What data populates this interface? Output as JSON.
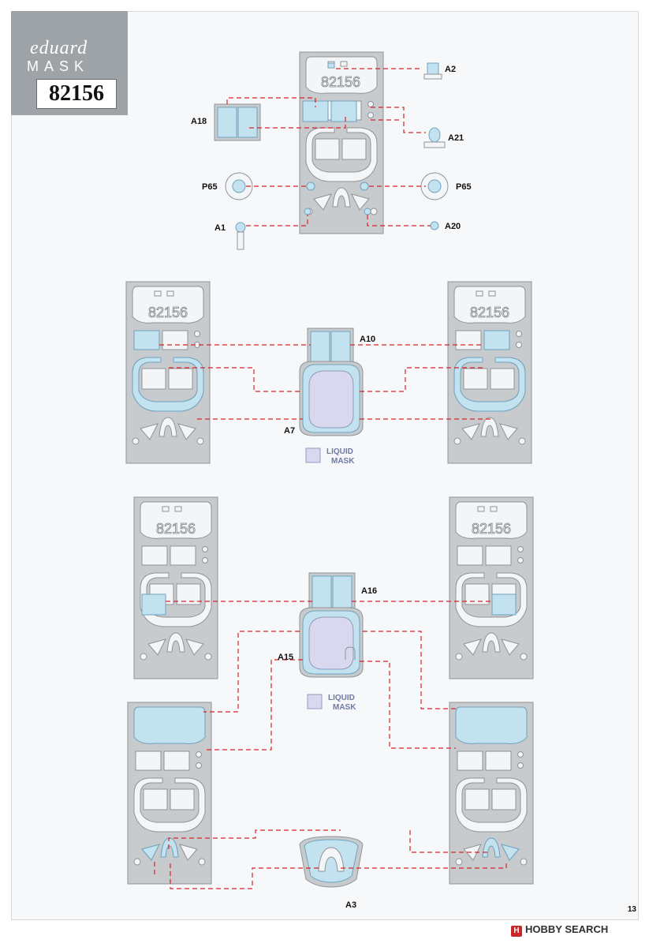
{
  "brand": {
    "name": "eduard",
    "product_line": "MASK",
    "set_number": "82156"
  },
  "sheet_number_print": "82156",
  "labels": {
    "a1": "A1",
    "a2": "A2",
    "a3": "A3",
    "a7": "A7",
    "a10": "A10",
    "a15": "A15",
    "a16": "A16",
    "a18": "A18",
    "a20": "A20",
    "a21": "A21",
    "p65_left": "P65",
    "p65_right": "P65"
  },
  "liquid_mask": {
    "line1": "LIQUID",
    "line2": "MASK"
  },
  "page_number": "13",
  "watermark": "HOBBY SEARCH",
  "colors": {
    "mask_blue": "#c3e2ef",
    "mask_outline": "#6fa3c0",
    "sheet_grey": "#c8cbce",
    "leader_red": "#d8232a",
    "liquid_mask": "#d9d8ee"
  }
}
